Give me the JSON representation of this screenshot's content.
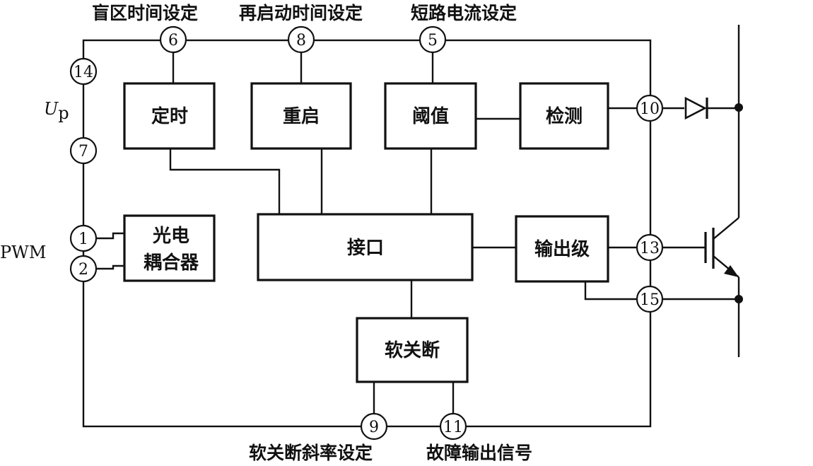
{
  "top_labels": {
    "blind_zone_setting": "盲区时间设定",
    "restart_setting": "再启动时间设定",
    "short_circuit_setting": "短路电流设定"
  },
  "bottom_labels": {
    "soft_shutdown_slope_setting": "软关断斜率设定",
    "fault_output_signal": "故障输出信号"
  },
  "side_labels": {
    "up_main": "U",
    "up_sub": "p",
    "pwm": "PWM"
  },
  "blocks": {
    "timer": "定时",
    "restart": "重启",
    "threshold": "阈值",
    "detect": "检测",
    "optocoupler_line1": "光电",
    "optocoupler_line2": "耦合器",
    "interface": "接口",
    "output_stage": "输出级",
    "soft_shutdown": "软关断"
  },
  "pins": {
    "p6": "6",
    "p8": "8",
    "p5": "5",
    "p14": "14",
    "p7": "7",
    "p1": "1",
    "p2": "2",
    "p10": "10",
    "p13": "13",
    "p15": "15",
    "p9": "9",
    "p11": "11"
  }
}
